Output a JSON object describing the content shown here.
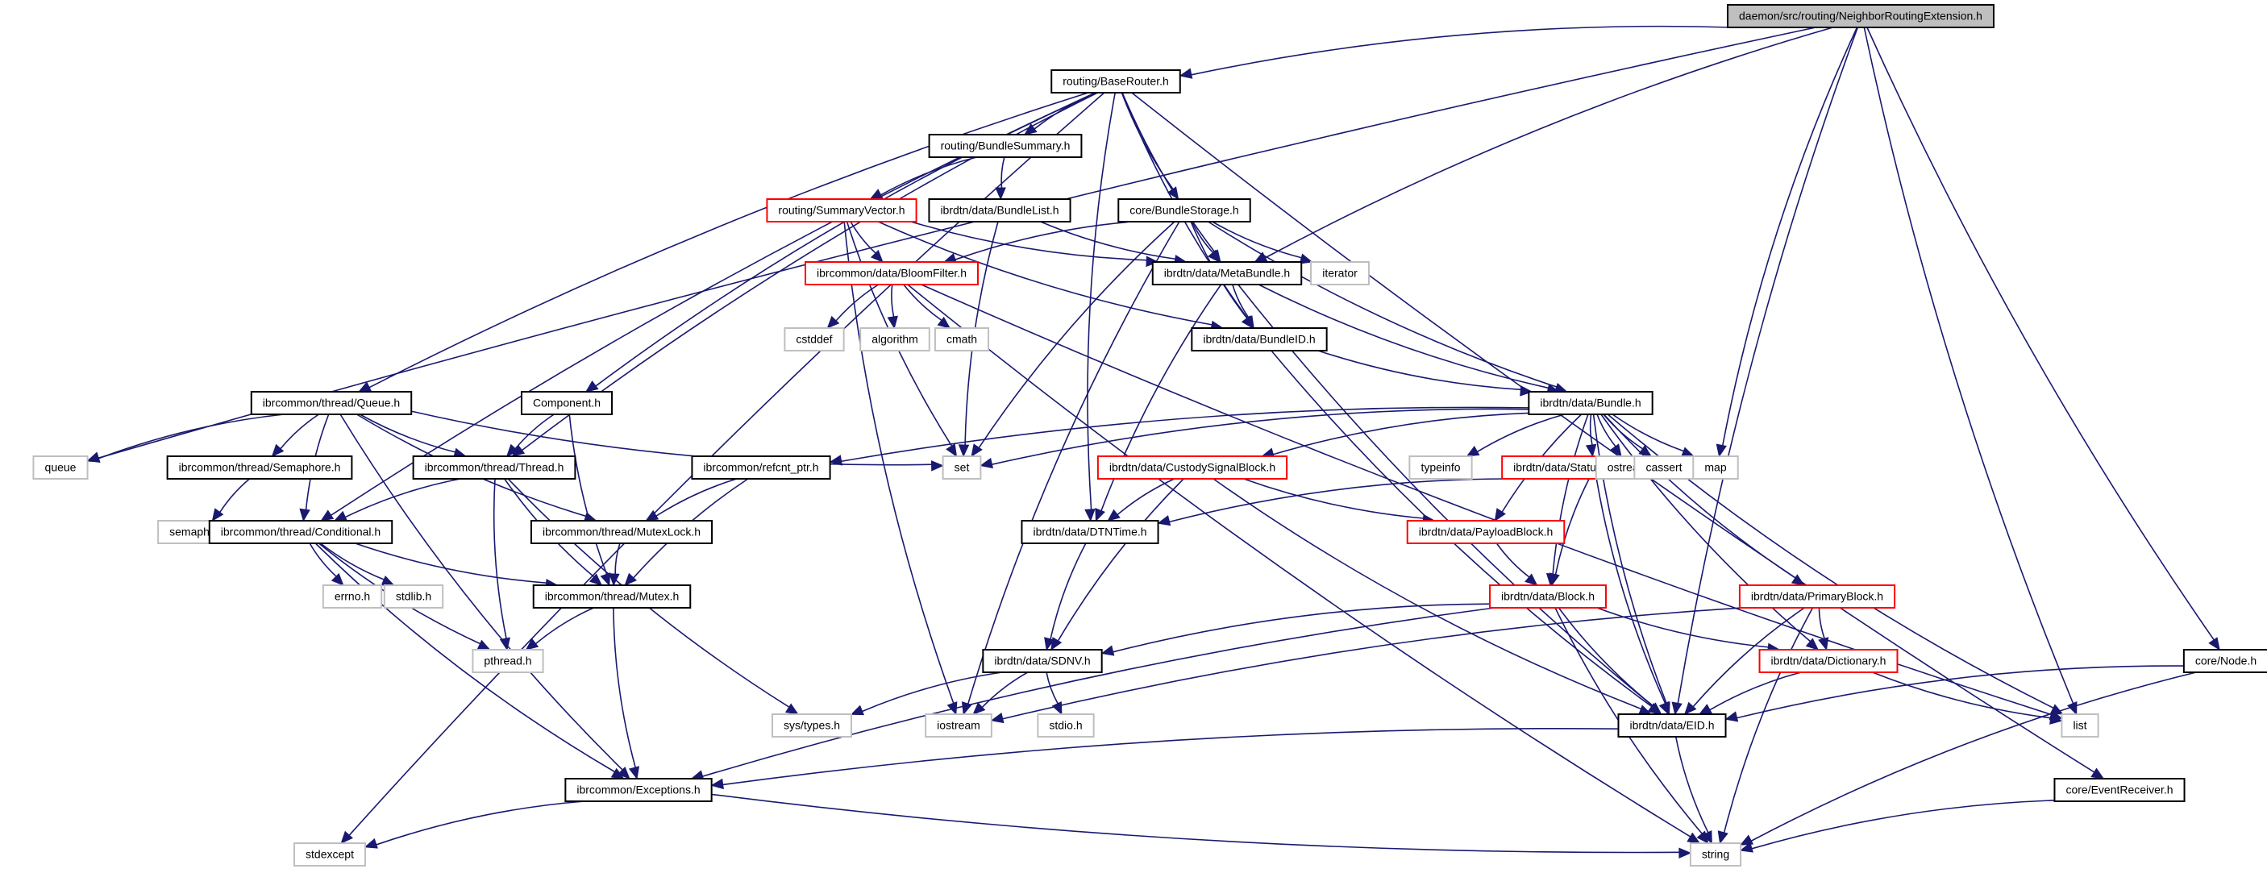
{
  "diagram": {
    "type": "include-dependency-graph",
    "root": "daemon/src/routing/NeighborRoutingExtension.h",
    "colors": {
      "edge": "#191970",
      "root_fill": "#bfbfbf",
      "documented_border": "#000000",
      "truncated_border": "#ff0000",
      "external_border": "#bfbfbf"
    },
    "nodes": [
      {
        "id": "root",
        "label": "daemon/src/routing/NeighborRoutingExtension.h",
        "kind": "root"
      },
      {
        "id": "baserouter",
        "label": "routing/BaseRouter.h",
        "kind": "doc"
      },
      {
        "id": "bundlesummary",
        "label": "routing/BundleSummary.h",
        "kind": "doc"
      },
      {
        "id": "summaryvector",
        "label": "routing/SummaryVector.h",
        "kind": "truncated"
      },
      {
        "id": "bundlelist",
        "label": "ibrdtn/data/BundleList.h",
        "kind": "doc"
      },
      {
        "id": "bundlestorage",
        "label": "core/BundleStorage.h",
        "kind": "doc"
      },
      {
        "id": "bloomfilter",
        "label": "ibrcommon/data/BloomFilter.h",
        "kind": "truncated"
      },
      {
        "id": "metabundle",
        "label": "ibrdtn/data/MetaBundle.h",
        "kind": "doc"
      },
      {
        "id": "iterator",
        "label": "iterator",
        "kind": "ext"
      },
      {
        "id": "cstddef",
        "label": "cstddef",
        "kind": "ext"
      },
      {
        "id": "algorithm",
        "label": "algorithm",
        "kind": "ext"
      },
      {
        "id": "cmath",
        "label": "cmath",
        "kind": "ext"
      },
      {
        "id": "bundleid",
        "label": "ibrdtn/data/BundleID.h",
        "kind": "doc"
      },
      {
        "id": "queue_h",
        "label": "ibrcommon/thread/Queue.h",
        "kind": "doc"
      },
      {
        "id": "component",
        "label": "Component.h",
        "kind": "doc"
      },
      {
        "id": "bundle",
        "label": "ibrdtn/data/Bundle.h",
        "kind": "doc"
      },
      {
        "id": "queue",
        "label": "queue",
        "kind": "ext"
      },
      {
        "id": "semaphore",
        "label": "ibrcommon/thread/Semaphore.h",
        "kind": "doc"
      },
      {
        "id": "thread",
        "label": "ibrcommon/thread/Thread.h",
        "kind": "doc"
      },
      {
        "id": "refcnt",
        "label": "ibrcommon/refcnt_ptr.h",
        "kind": "doc"
      },
      {
        "id": "set",
        "label": "set",
        "kind": "ext"
      },
      {
        "id": "custody",
        "label": "ibrdtn/data/CustodySignalBlock.h",
        "kind": "truncated"
      },
      {
        "id": "typeinfo",
        "label": "typeinfo",
        "kind": "ext"
      },
      {
        "id": "statusreport",
        "label": "ibrdtn/data/StatusReportBlock.h",
        "kind": "truncated"
      },
      {
        "id": "ostream",
        "label": "ostream",
        "kind": "ext"
      },
      {
        "id": "cassert",
        "label": "cassert",
        "kind": "ext"
      },
      {
        "id": "map",
        "label": "map",
        "kind": "ext"
      },
      {
        "id": "semaphore_h",
        "label": "semaphore.h",
        "kind": "ext"
      },
      {
        "id": "conditional",
        "label": "ibrcommon/thread/Conditional.h",
        "kind": "doc"
      },
      {
        "id": "mutexlock",
        "label": "ibrcommon/thread/MutexLock.h",
        "kind": "doc"
      },
      {
        "id": "dtntime",
        "label": "ibrdtn/data/DTNTime.h",
        "kind": "doc"
      },
      {
        "id": "payload",
        "label": "ibrdtn/data/PayloadBlock.h",
        "kind": "truncated"
      },
      {
        "id": "errno",
        "label": "errno.h",
        "kind": "ext"
      },
      {
        "id": "stdlib",
        "label": "stdlib.h",
        "kind": "ext"
      },
      {
        "id": "mutex",
        "label": "ibrcommon/thread/Mutex.h",
        "kind": "doc"
      },
      {
        "id": "block",
        "label": "ibrdtn/data/Block.h",
        "kind": "truncated"
      },
      {
        "id": "primary",
        "label": "ibrdtn/data/PrimaryBlock.h",
        "kind": "truncated"
      },
      {
        "id": "pthread",
        "label": "pthread.h",
        "kind": "ext"
      },
      {
        "id": "sdnv",
        "label": "ibrdtn/data/SDNV.h",
        "kind": "doc"
      },
      {
        "id": "dictionary",
        "label": "ibrdtn/data/Dictionary.h",
        "kind": "truncated"
      },
      {
        "id": "node",
        "label": "core/Node.h",
        "kind": "doc"
      },
      {
        "id": "systypes",
        "label": "sys/types.h",
        "kind": "ext"
      },
      {
        "id": "iostream",
        "label": "iostream",
        "kind": "ext"
      },
      {
        "id": "stdio",
        "label": "stdio.h",
        "kind": "ext"
      },
      {
        "id": "eid",
        "label": "ibrdtn/data/EID.h",
        "kind": "doc"
      },
      {
        "id": "list",
        "label": "list",
        "kind": "ext"
      },
      {
        "id": "exceptions",
        "label": "ibrcommon/Exceptions.h",
        "kind": "doc"
      },
      {
        "id": "eventreceiver",
        "label": "core/EventReceiver.h",
        "kind": "doc"
      },
      {
        "id": "stdexcept",
        "label": "stdexcept",
        "kind": "ext"
      },
      {
        "id": "string",
        "label": "string",
        "kind": "ext"
      }
    ],
    "edges": [
      [
        "root",
        "baserouter"
      ],
      [
        "root",
        "queue"
      ],
      [
        "root",
        "metabundle"
      ],
      [
        "root",
        "map"
      ],
      [
        "root",
        "eid"
      ],
      [
        "root",
        "list"
      ],
      [
        "root",
        "node"
      ],
      [
        "baserouter",
        "bundlesummary"
      ],
      [
        "baserouter",
        "bundlestorage"
      ],
      [
        "baserouter",
        "queue_h"
      ],
      [
        "baserouter",
        "component"
      ],
      [
        "baserouter",
        "thread"
      ],
      [
        "baserouter",
        "conditional"
      ],
      [
        "baserouter",
        "metabundle"
      ],
      [
        "baserouter",
        "bundleid"
      ],
      [
        "baserouter",
        "dtntime"
      ],
      [
        "baserouter",
        "eventreceiver"
      ],
      [
        "baserouter",
        "stdexcept"
      ],
      [
        "bundlesummary",
        "summaryvector"
      ],
      [
        "bundlesummary",
        "bundlelist"
      ],
      [
        "summaryvector",
        "bloomfilter"
      ],
      [
        "summaryvector",
        "metabundle"
      ],
      [
        "summaryvector",
        "bundleid"
      ],
      [
        "summaryvector",
        "set"
      ],
      [
        "summaryvector",
        "iostream"
      ],
      [
        "bundlelist",
        "metabundle"
      ],
      [
        "bundlelist",
        "set"
      ],
      [
        "bundlestorage",
        "bloomfilter"
      ],
      [
        "bundlestorage",
        "metabundle"
      ],
      [
        "bundlestorage",
        "bundleid"
      ],
      [
        "bundlestorage",
        "iterator"
      ],
      [
        "bundlestorage",
        "bundle"
      ],
      [
        "bundlestorage",
        "set"
      ],
      [
        "bundlestorage",
        "iostream"
      ],
      [
        "bloomfilter",
        "cstddef"
      ],
      [
        "bloomfilter",
        "algorithm"
      ],
      [
        "bloomfilter",
        "cmath"
      ],
      [
        "bloomfilter",
        "list"
      ],
      [
        "bloomfilter",
        "string"
      ],
      [
        "metabundle",
        "bundleid"
      ],
      [
        "metabundle",
        "bundle"
      ],
      [
        "metabundle",
        "dtntime"
      ],
      [
        "metabundle",
        "eid"
      ],
      [
        "bundleid",
        "bundle"
      ],
      [
        "bundleid",
        "eid"
      ],
      [
        "queue_h",
        "queue"
      ],
      [
        "queue_h",
        "semaphore"
      ],
      [
        "queue_h",
        "thread"
      ],
      [
        "queue_h",
        "conditional"
      ],
      [
        "queue_h",
        "mutexlock"
      ],
      [
        "queue_h",
        "set"
      ],
      [
        "queue_h",
        "exceptions"
      ],
      [
        "component",
        "thread"
      ],
      [
        "component",
        "mutex"
      ],
      [
        "semaphore",
        "semaphore_h"
      ],
      [
        "thread",
        "conditional"
      ],
      [
        "thread",
        "mutex"
      ],
      [
        "thread",
        "pthread"
      ],
      [
        "thread",
        "systypes"
      ],
      [
        "bundle",
        "refcnt"
      ],
      [
        "bundle",
        "set"
      ],
      [
        "bundle",
        "custody"
      ],
      [
        "bundle",
        "typeinfo"
      ],
      [
        "bundle",
        "statusreport"
      ],
      [
        "bundle",
        "payload"
      ],
      [
        "bundle",
        "ostream"
      ],
      [
        "bundle",
        "cassert"
      ],
      [
        "bundle",
        "map"
      ],
      [
        "bundle",
        "block"
      ],
      [
        "bundle",
        "primary"
      ],
      [
        "bundle",
        "dictionary"
      ],
      [
        "bundle",
        "eid"
      ],
      [
        "bundle",
        "list"
      ],
      [
        "refcnt",
        "mutexlock"
      ],
      [
        "refcnt",
        "mutex"
      ],
      [
        "custody",
        "dtntime"
      ],
      [
        "custody",
        "payload"
      ],
      [
        "custody",
        "sdnv"
      ],
      [
        "custody",
        "eid"
      ],
      [
        "statusreport",
        "dtntime"
      ],
      [
        "statusreport",
        "block"
      ],
      [
        "statusreport",
        "eid"
      ],
      [
        "conditional",
        "errno"
      ],
      [
        "conditional",
        "stdlib"
      ],
      [
        "conditional",
        "pthread"
      ],
      [
        "conditional",
        "mutex"
      ],
      [
        "conditional",
        "exceptions"
      ],
      [
        "mutexlock",
        "mutex"
      ],
      [
        "mutex",
        "pthread"
      ],
      [
        "mutex",
        "exceptions"
      ],
      [
        "dtntime",
        "sdnv"
      ],
      [
        "payload",
        "block"
      ],
      [
        "block",
        "sdnv"
      ],
      [
        "block",
        "dictionary"
      ],
      [
        "block",
        "eid"
      ],
      [
        "block",
        "exceptions"
      ],
      [
        "block",
        "string"
      ],
      [
        "primary",
        "dictionary"
      ],
      [
        "primary",
        "eid"
      ],
      [
        "primary",
        "iostream"
      ],
      [
        "primary",
        "string"
      ],
      [
        "sdnv",
        "systypes"
      ],
      [
        "sdnv",
        "iostream"
      ],
      [
        "sdnv",
        "stdio"
      ],
      [
        "dictionary",
        "eid"
      ],
      [
        "dictionary",
        "list"
      ],
      [
        "node",
        "eid"
      ],
      [
        "node",
        "string"
      ],
      [
        "eid",
        "exceptions"
      ],
      [
        "eid",
        "string"
      ],
      [
        "exceptions",
        "stdexcept"
      ],
      [
        "exceptions",
        "string"
      ],
      [
        "eventreceiver",
        "string"
      ]
    ]
  }
}
